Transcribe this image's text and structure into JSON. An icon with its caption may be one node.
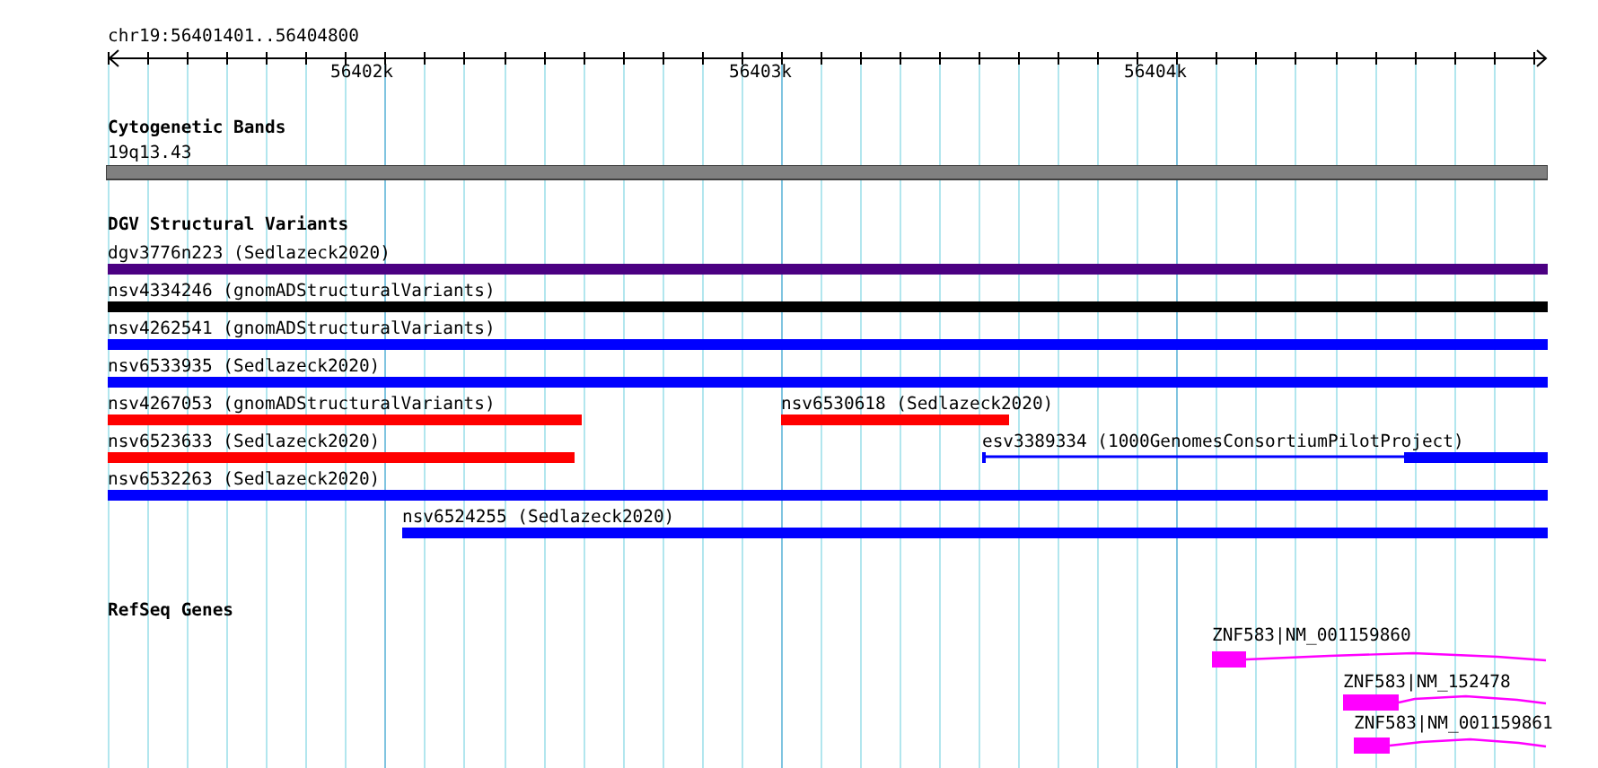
{
  "diagram": {
    "nodes": [
      {
        "text": [
          "Cytogenetic Bands"
        ]
      },
      {
        "text": [
          "19q13.43"
        ],
        "in": 0
      },
      {
        "text": [
          "DGV Structural Variants"
        ]
      },
      {
        "text": [
          "dgv3776n223 (Sedlazeck2020)"
        ],
        "in": 2
      },
      {
        "text": [
          "nsv4334246 (gnomADStructuralVariants)"
        ],
        "in": 2
      },
      {
        "text": [
          "nsv4262541 (gnomADStructuralVariants)"
        ],
        "in": 2
      },
      {
        "text": [
          "nsv6533935 (Sedlazeck2020)"
        ],
        "in": 2
      },
      {
        "text": [
          "nsv4267053 (gnomADStructuralVariants)"
        ],
        "in": 2
      },
      {
        "text": [
          "nsv6530618 (Sedlazeck2020)"
        ],
        "in": 2
      },
      {
        "text": [
          "nsv6523633 (Sedlazeck2020)"
        ],
        "in": 2
      },
      {
        "text": [
          "esv3389334 (1000GenomesConsortiumPilotProject)"
        ],
        "in": 2
      },
      {
        "text": [
          "nsv6532263 (Sedlazeck2020)"
        ],
        "in": 2
      },
      {
        "text": [
          "nsv6524255 (Sedlazeck2020)"
        ],
        "in": 2
      },
      {
        "text": [
          "RefSeq Genes"
        ]
      },
      {
        "text": [
          "ZNF583|NM_001159860"
        ],
        "in": 13
      },
      {
        "text": [
          "ZNF583|NM_152478"
        ],
        "in": 13
      },
      {
        "text": [
          "ZNF583|NM_001159861"
        ],
        "in": 13
      }
    ],
    "labels": [
      "chr19:56401401..56404800",
      "56402k",
      "56403k",
      "56404k"
    ]
  }
}
